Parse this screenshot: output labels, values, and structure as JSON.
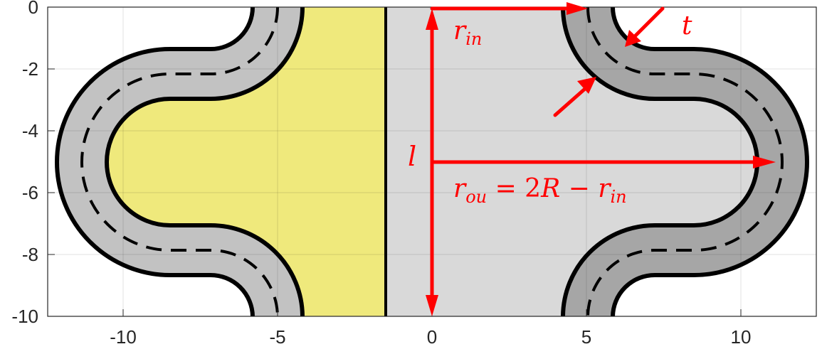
{
  "figure": {
    "x_ticks": [
      "-10",
      "-5",
      "0",
      "5",
      "10"
    ],
    "y_ticks": [
      "0",
      "-2",
      "-4",
      "-6",
      "-8",
      "-10"
    ],
    "xlim": [
      -12.5,
      12.5
    ],
    "ylim": [
      -10,
      0
    ],
    "grid": true,
    "colors": {
      "left_region": "#efe97c",
      "right_region": "#d9d9d9",
      "left_track": "#c2c2c2",
      "right_track": "#a6a6a6",
      "outline": "#000000",
      "annotation": "#ff0000"
    }
  },
  "annotations": {
    "r_in": {
      "main": "r",
      "sub": "in"
    },
    "t": "t",
    "l": "l",
    "r_ou": {
      "main": "r",
      "sub": "ou",
      "eq": " = 2",
      "R": "R",
      "minus": " − ",
      "r": "r",
      "sub2": "in"
    }
  }
}
